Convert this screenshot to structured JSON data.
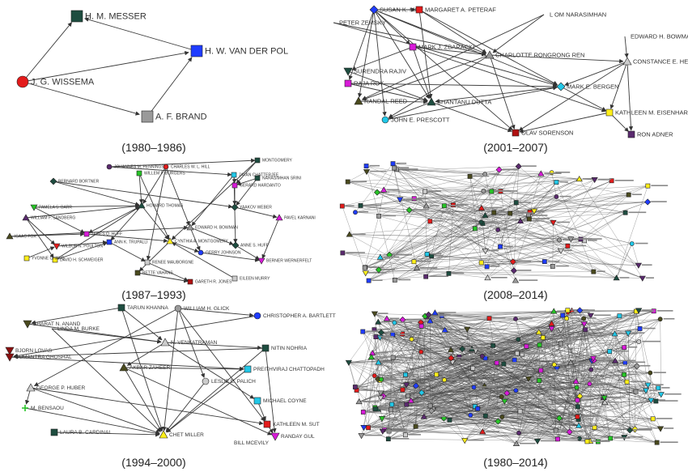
{
  "colors": {
    "edge": "#3a3a3a",
    "node_dark_teal": "#1e4d40",
    "node_blue": "#1f3cff",
    "node_red": "#e31b1b",
    "node_gray": "#9a9a9a",
    "node_magenta": "#d81ad8",
    "node_cyan": "#22c8e8",
    "node_yellow": "#ffef1a",
    "node_purple": "#5a2a6e",
    "node_olive": "#4a4a1e",
    "node_green": "#27c427"
  },
  "panels": [
    {
      "id": "p1",
      "caption": "(1980–1986)",
      "nodes": [
        {
          "key": "messer",
          "label": "H. M. MESSER",
          "shape": "square",
          "color": "#1e4d40"
        },
        {
          "key": "vanderpol",
          "label": "H. W. VAN DER POL",
          "shape": "square",
          "color": "#1f3cff"
        },
        {
          "key": "wissema",
          "label": "J. G. WISSEMA",
          "shape": "circle",
          "color": "#e31b1b"
        },
        {
          "key": "brand",
          "label": "A. F. BRAND",
          "shape": "square",
          "color": "#9a9a9a"
        }
      ],
      "edges": [
        [
          "wissema",
          "messer"
        ],
        [
          "wissema",
          "vanderpol"
        ],
        [
          "wissema",
          "brand"
        ],
        [
          "brand",
          "vanderpol"
        ],
        [
          "vanderpol",
          "messer"
        ]
      ]
    },
    {
      "id": "p2",
      "caption": "(2001–2007)",
      "nodes": [
        {
          "key": "mo",
          "label": "SUSAN K. MO",
          "shape": "diamond",
          "color": "#1f3cff"
        },
        {
          "key": "peteraf",
          "label": "MARGARET A. PETERAF",
          "shape": "square",
          "color": "#e31b1b"
        },
        {
          "key": "narasimhan",
          "label": "L OM NARASIMHAN",
          "shape": "none",
          "color": "#333333"
        },
        {
          "key": "zemsky",
          "label": "PETER ZEMSKY",
          "shape": "none",
          "color": "#333333"
        },
        {
          "key": "bowman",
          "label": "EDWARD H. BOWMAN",
          "shape": "none",
          "color": "#333333"
        },
        {
          "key": "zbaracki",
          "label": "MARK J. ZBARACKI",
          "shape": "square",
          "color": "#d81ad8"
        },
        {
          "key": "ren",
          "label": "CHARLOTTE RONGRONG REN",
          "shape": "triangle",
          "color": "#9a9a9a"
        },
        {
          "key": "helfat",
          "label": "CONSTANCE E. HEL",
          "shape": "triangle",
          "color": "#cccccc"
        },
        {
          "key": "rajiv",
          "label": "SURENDRA RAJIV",
          "shape": "tridown",
          "color": "#1e4d40"
        },
        {
          "key": "roy",
          "label": "RAJA ROY",
          "shape": "square",
          "color": "#d81ad8"
        },
        {
          "key": "bergen",
          "label": "MARK E. BERGEN",
          "shape": "diamond",
          "color": "#22c8e8"
        },
        {
          "key": "reed",
          "label": "RANDAL REED",
          "shape": "triangle",
          "color": "#4a4a1e"
        },
        {
          "key": "dutta",
          "label": "SHANTANU DUTTA",
          "shape": "triangle",
          "color": "#1e4d40"
        },
        {
          "key": "eisenhardt",
          "label": "KATHLEEN M. EISENHARDT",
          "shape": "square",
          "color": "#ffef1a"
        },
        {
          "key": "prescott",
          "label": "JOHN E. PRESCOTT",
          "shape": "circle",
          "color": "#22c8e8"
        },
        {
          "key": "adner",
          "label": "RON ADNER",
          "shape": "square",
          "color": "#5a2a6e"
        },
        {
          "key": "sorenson",
          "label": "OLAV SORENSON",
          "shape": "square",
          "color": "#b01010"
        }
      ],
      "edges": [
        [
          "mo",
          "peteraf"
        ],
        [
          "mo",
          "zbaracki"
        ],
        [
          "mo",
          "ren"
        ],
        [
          "mo",
          "roy"
        ],
        [
          "mo",
          "reed"
        ],
        [
          "mo",
          "prescott"
        ],
        [
          "mo",
          "sorenson"
        ],
        [
          "mo",
          "bergen"
        ],
        [
          "mo",
          "dutta"
        ],
        [
          "peteraf",
          "ren"
        ],
        [
          "peteraf",
          "bergen"
        ],
        [
          "peteraf",
          "dutta"
        ],
        [
          "zemsky",
          "ren"
        ],
        [
          "zemsky",
          "bergen"
        ],
        [
          "zbaracki",
          "rajiv"
        ],
        [
          "zbaracki",
          "eisenhardt"
        ],
        [
          "zbaracki",
          "ren"
        ],
        [
          "zbaracki",
          "dutta"
        ],
        [
          "ren",
          "sorenson"
        ],
        [
          "ren",
          "prescott"
        ],
        [
          "ren",
          "reed"
        ],
        [
          "ren",
          "helfat"
        ],
        [
          "narasimhan",
          "ren"
        ],
        [
          "narasimhan",
          "reed"
        ],
        [
          "bowman",
          "helfat"
        ],
        [
          "helfat",
          "bergen"
        ],
        [
          "helfat",
          "eisenhardt"
        ],
        [
          "helfat",
          "adner"
        ],
        [
          "helfat",
          "sorenson"
        ],
        [
          "rajiv",
          "dutta"
        ],
        [
          "roy",
          "bergen"
        ],
        [
          "roy",
          "dutta"
        ],
        [
          "bergen",
          "eisenhardt"
        ],
        [
          "bergen",
          "dutta"
        ],
        [
          "dutta",
          "sorenson"
        ],
        [
          "dutta",
          "prescott"
        ],
        [
          "eisenhardt",
          "adner"
        ],
        [
          "eisenhardt",
          "sorenson"
        ],
        [
          "reed",
          "dutta"
        ],
        [
          "prescott",
          "bergen"
        ]
      ]
    },
    {
      "id": "p3",
      "caption": "(1987–1993)",
      "nodes": [
        {
          "key": "a1",
          "label": "JOHANNES M. PENNINGS",
          "shape": "circle",
          "color": "#5a2a6e"
        },
        {
          "key": "a2",
          "label": "CHARLES W. L. HILL",
          "shape": "circle",
          "color": "#e31b1b"
        },
        {
          "key": "a3",
          "label": "MONTGOMERY",
          "shape": "square",
          "color": "#1e4d40"
        },
        {
          "key": "a4",
          "label": "BERNARD BORTNER",
          "shape": "diamond",
          "color": "#1e4d40"
        },
        {
          "key": "a5",
          "label": "WILLEM P. BURGERS",
          "shape": "square",
          "color": "#27c427"
        },
        {
          "key": "a6",
          "label": "JAYAN CHATTERJEE",
          "shape": "square",
          "color": "#22c8e8"
        },
        {
          "key": "a7",
          "label": "NARASIMHAN SRINI",
          "shape": "square",
          "color": "#1e4d40"
        },
        {
          "key": "a8",
          "label": "HOWARD THOMAS",
          "shape": "triangle",
          "color": "#1e4d40"
        },
        {
          "key": "a9",
          "label": "GERARD HARDANTO",
          "shape": "square",
          "color": "#d81ad8"
        },
        {
          "key": "a10",
          "label": "PAMELA S. BARR",
          "shape": "tridown",
          "color": "#27c427"
        },
        {
          "key": "a11",
          "label": "WILLIAM F. SANDBERG",
          "shape": "triangle",
          "color": "#5a2a6e"
        },
        {
          "key": "a12",
          "label": "ISAAC FOX",
          "shape": "triangle",
          "color": "#4a4a1e"
        },
        {
          "key": "a13",
          "label": "WILBUR N. POULTON",
          "shape": "tridown",
          "color": "#e31b1b"
        },
        {
          "key": "a14",
          "label": "JAMES Q. HUFF",
          "shape": "square",
          "color": "#d81ad8"
        },
        {
          "key": "a15",
          "label": "EDWARD H. BOWMAN",
          "shape": "triangle",
          "color": "#9a9a9a"
        },
        {
          "key": "a16",
          "label": "YAAKOV WEBER",
          "shape": "diamond",
          "color": "#1e4d40"
        },
        {
          "key": "a17",
          "label": "ANN K. TRUPALLI",
          "shape": "square",
          "color": "#1f3cff"
        },
        {
          "key": "a18",
          "label": "CYNTHIA A. MONTGOMERY",
          "shape": "triangle",
          "color": "#ffef1a"
        },
        {
          "key": "a19",
          "label": "ANNE S. HUFF",
          "shape": "diamond",
          "color": "#1e4d40"
        },
        {
          "key": "a20",
          "label": "PAVEL KARNANI",
          "shape": "triangle",
          "color": "#d81ad8"
        },
        {
          "key": "a21",
          "label": "DAVID H. SCHWEIGER",
          "shape": "square",
          "color": "#ffef1a"
        },
        {
          "key": "a22",
          "label": "RENEE MAUBORGNE",
          "shape": "square",
          "color": "#cccccc"
        },
        {
          "key": "a23",
          "label": "GERRY JOHNSON",
          "shape": "circle",
          "color": "#1f3cff"
        },
        {
          "key": "a24",
          "label": "BERNER WERNERFELT",
          "shape": "tridown",
          "color": "#d81ad8"
        },
        {
          "key": "a25",
          "label": "YVONNE CHANG",
          "shape": "square",
          "color": "#ffef1a"
        },
        {
          "key": "a26",
          "label": "BETTE VAHANS",
          "shape": "square",
          "color": "#4a4a1e"
        },
        {
          "key": "a27",
          "label": "GARETH R. JONES",
          "shape": "square",
          "color": "#b01010"
        },
        {
          "key": "a28",
          "label": "EILEEN MURRY",
          "shape": "square",
          "color": "#cccccc"
        }
      ],
      "edges": [
        [
          "a1",
          "a3"
        ],
        [
          "a1",
          "a6"
        ],
        [
          "a2",
          "a8"
        ],
        [
          "a2",
          "a15"
        ],
        [
          "a3",
          "a9"
        ],
        [
          "a4",
          "a8"
        ],
        [
          "a5",
          "a8"
        ],
        [
          "a5",
          "a18"
        ],
        [
          "a6",
          "a9"
        ],
        [
          "a6",
          "a15"
        ],
        [
          "a7",
          "a9"
        ],
        [
          "a7",
          "a16"
        ],
        [
          "a8",
          "a14"
        ],
        [
          "a8",
          "a17"
        ],
        [
          "a8",
          "a18"
        ],
        [
          "a9",
          "a16"
        ],
        [
          "a10",
          "a8"
        ],
        [
          "a10",
          "a14"
        ],
        [
          "a11",
          "a13"
        ],
        [
          "a11",
          "a8"
        ],
        [
          "a12",
          "a15"
        ],
        [
          "a13",
          "a17"
        ],
        [
          "a14",
          "a18"
        ],
        [
          "a15",
          "a19"
        ],
        [
          "a15",
          "a23"
        ],
        [
          "a16",
          "a20"
        ],
        [
          "a17",
          "a22"
        ],
        [
          "a18",
          "a23"
        ],
        [
          "a18",
          "a26"
        ],
        [
          "a19",
          "a24"
        ],
        [
          "a20",
          "a24"
        ],
        [
          "a21",
          "a8"
        ],
        [
          "a21",
          "a17"
        ],
        [
          "a22",
          "a27"
        ],
        [
          "a23",
          "a24"
        ],
        [
          "a25",
          "a13"
        ],
        [
          "a26",
          "a27"
        ],
        [
          "a28",
          "a18"
        ],
        [
          "a3",
          "a18"
        ],
        [
          "a6",
          "a19"
        ],
        [
          "a2",
          "a22"
        ],
        [
          "a4",
          "a16"
        ],
        [
          "a11",
          "a21"
        ],
        [
          "a12",
          "a14"
        ]
      ]
    },
    {
      "id": "p4",
      "caption": "(2008–2014)",
      "count": 90,
      "seed": 7
    },
    {
      "id": "p5",
      "caption": "(1994–2000)",
      "nodes": [
        {
          "key": "khanna",
          "label": "TARUN KHANNA",
          "shape": "square",
          "color": "#1e4d40"
        },
        {
          "key": "glick",
          "label": "WILLIAM H. GLICK",
          "shape": "circle",
          "color": "#9a9a9a"
        },
        {
          "key": "bartlett",
          "label": "CHRISTOPHER A. BARTLETT",
          "shape": "circle",
          "color": "#1f3cff"
        },
        {
          "key": "anand",
          "label": "BHARAT N. ANAND",
          "shape": "tridown",
          "color": "#4a4a1e"
        },
        {
          "key": "burke",
          "label": "LINDA M. BURKE",
          "shape": "none",
          "color": "#333333"
        },
        {
          "key": "venkatraman",
          "label": "N. VENKATRAMAN",
          "shape": "triangle",
          "color": "#cccccc"
        },
        {
          "key": "nohria",
          "label": "NITIN NOHRIA",
          "shape": "square",
          "color": "#1e4d40"
        },
        {
          "key": "lovas",
          "label": "BJORN LOVAS",
          "shape": "tridown",
          "color": "#8b1010"
        },
        {
          "key": "ghoshal",
          "label": "SUMANTRA GHOSHAL",
          "shape": "tridown",
          "color": "#8b1010"
        },
        {
          "key": "zaheer",
          "label": "AKBAR ZAHEER",
          "shape": "triangle",
          "color": "#4a4a1e"
        },
        {
          "key": "chattopadhyay",
          "label": "PREITHVIRAJ CHATTOPADH",
          "shape": "square",
          "color": "#22c8e8"
        },
        {
          "key": "huber",
          "label": "GEORGE P. HUBER",
          "shape": "triangle",
          "color": "#cccccc"
        },
        {
          "key": "palich",
          "label": "LESLIE E. PALICH",
          "shape": "circle",
          "color": "#cccccc"
        },
        {
          "key": "coyne",
          "label": "MICHAEL COYNE",
          "shape": "square",
          "color": "#22c8e8"
        },
        {
          "key": "bensaou",
          "label": "M. BENSAOU",
          "shape": "plus",
          "color": "#27c427"
        },
        {
          "key": "sutcliffe",
          "label": "KATHLEEN M. SUT",
          "shape": "square",
          "color": "#e31b1b"
        },
        {
          "key": "cardinal",
          "label": "LAURA B. CARDINAL",
          "shape": "square",
          "color": "#1e4d40"
        },
        {
          "key": "miller",
          "label": "CHET MILLER",
          "shape": "triangle",
          "color": "#ffef1a"
        },
        {
          "key": "mcevily",
          "label": "BILL MCEVILY",
          "shape": "none",
          "color": "#333333"
        },
        {
          "key": "gulati",
          "label": "RANDAY GUL",
          "shape": "tridown",
          "color": "#d81ad8"
        }
      ],
      "edges": [
        [
          "khanna",
          "anand"
        ],
        [
          "khanna",
          "miller"
        ],
        [
          "khanna",
          "venkatraman"
        ],
        [
          "glick",
          "bartlett"
        ],
        [
          "glick",
          "miller"
        ],
        [
          "glick",
          "huber"
        ],
        [
          "glick",
          "sutcliffe"
        ],
        [
          "glick",
          "palich"
        ],
        [
          "bartlett",
          "ghoshal"
        ],
        [
          "burke",
          "venkatraman"
        ],
        [
          "burke",
          "miller"
        ],
        [
          "venkatraman",
          "nohria"
        ],
        [
          "venkatraman",
          "zaheer"
        ],
        [
          "venkatraman",
          "coyne"
        ],
        [
          "nohria",
          "ghoshal"
        ],
        [
          "nohria",
          "miller"
        ],
        [
          "nohria",
          "gulati"
        ],
        [
          "lovas",
          "ghoshal"
        ],
        [
          "ghoshal",
          "chattopadhyay"
        ],
        [
          "zaheer",
          "chattopadhyay"
        ],
        [
          "zaheer",
          "gulati"
        ],
        [
          "huber",
          "miller"
        ],
        [
          "huber",
          "sutcliffe"
        ],
        [
          "huber",
          "bensaou"
        ],
        [
          "palich",
          "miller"
        ],
        [
          "coyne",
          "sutcliffe"
        ],
        [
          "bensaou",
          "miller"
        ],
        [
          "cardinal",
          "miller"
        ],
        [
          "sutcliffe",
          "gulati"
        ],
        [
          "chattopadhyay",
          "miller"
        ],
        [
          "anand",
          "venkatraman"
        ],
        [
          "zaheer",
          "miller"
        ]
      ]
    },
    {
      "id": "p6",
      "caption": "(1980–2014)",
      "count": 190,
      "seed": 13
    }
  ]
}
